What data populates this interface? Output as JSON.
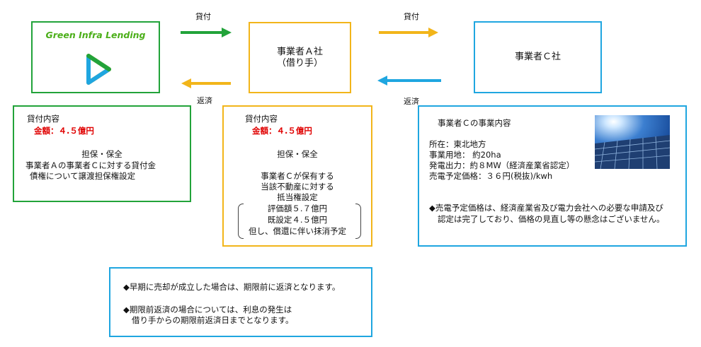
{
  "lender": {
    "logo_text": "Green Infra Lending"
  },
  "company_a": {
    "line1": "事業者Ａ社",
    "line2": "（借り手）"
  },
  "company_c": {
    "name": "事業者Ｃ社"
  },
  "arrows": {
    "loan1": "貸付",
    "repay1": "返済",
    "loan2": "貸付",
    "repay2": "返済"
  },
  "colors": {
    "green": "#22a33a",
    "yellow": "#f2b51a",
    "blue": "#1fa6e0",
    "red": "#e00000"
  },
  "box1": {
    "title": "貸付内容",
    "amount": "金額：４.５億円",
    "collateral_heading": "担保・保全",
    "collateral_line1": "事業者Ａの事業者Ｃに対する貸付金",
    "collateral_line2": "債権について譲渡担保権設定"
  },
  "box2": {
    "title": "貸付内容",
    "amount": "金額：４.５億円",
    "collateral_heading": "担保・保全",
    "line1": "事業者Ｃが保有する",
    "line2": "当該不動産に対する",
    "line3": "抵当権設定",
    "line4": "評価額５.７億円",
    "line5": "既設定４.５億円",
    "line6": "但し、償還に伴い抹消予定"
  },
  "box3": {
    "title": "事業者Ｃの事業内容",
    "location": "所在：東北地方",
    "land": "事業用地： 約20ha",
    "output": "発電出力：約８MW（経済産業省認定）",
    "price": "売電予定価格：３６円(税抜)/kwh",
    "note_line1": "◆売電予定価格は、経済産業省及び電力会社への必要な申請及び",
    "note_line2": "認定は完了しており、価格の見直し等の懸念はございません。"
  },
  "notice": {
    "line1": "◆早期に売却が成立した場合は、期限前に返済となります。",
    "line2": "◆期限前返済の場合については、利息の発生は",
    "line3": "借り手からの期限前返済日までとなります。"
  }
}
